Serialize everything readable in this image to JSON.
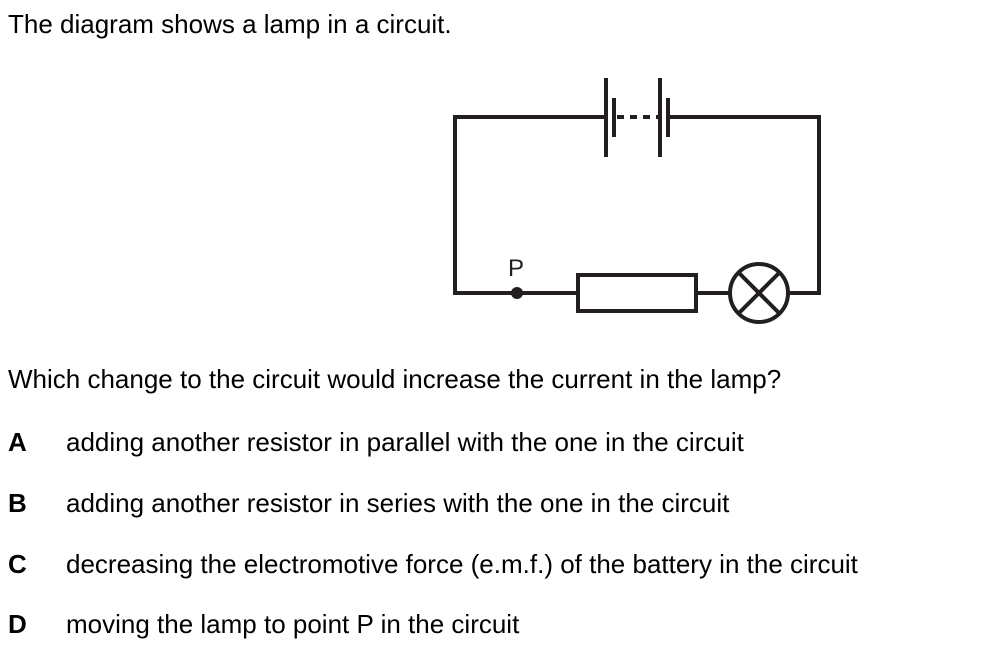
{
  "intro": "The diagram shows a lamp in a circuit.",
  "diagram": {
    "components": [
      "battery",
      "resistor",
      "lamp"
    ],
    "point_label": "P"
  },
  "question": "Which change to the circuit would increase the current in the lamp?",
  "options": [
    {
      "letter": "A",
      "text": "adding another resistor in parallel with the one in the circuit"
    },
    {
      "letter": "B",
      "text": "adding another resistor in series with the one in the circuit"
    },
    {
      "letter": "C",
      "text": "decreasing the electromotive force (e.m.f.) of the battery in the circuit"
    },
    {
      "letter": "D",
      "text": "moving the lamp to point P in the circuit"
    }
  ]
}
